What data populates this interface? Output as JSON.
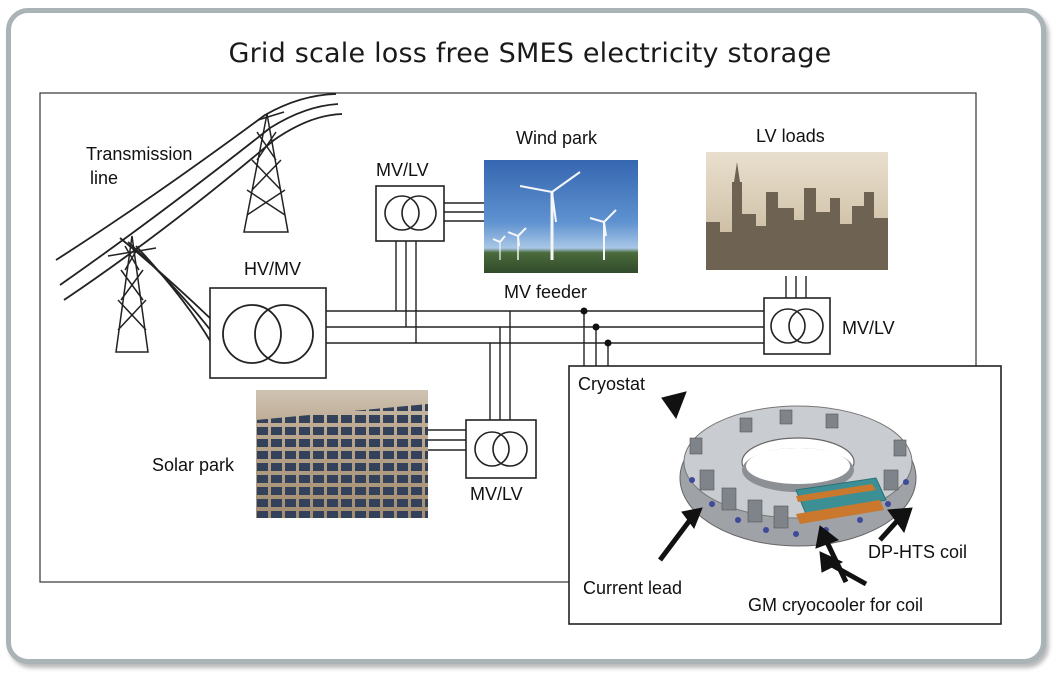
{
  "title": "Grid scale loss free SMES electricity storage",
  "labels": {
    "transmission_line_1": "Transmission",
    "transmission_line_2": "line",
    "hv_mv": "HV/MV",
    "mv_lv_top": "MV/LV",
    "wind_park": "Wind park",
    "lv_loads": "LV loads",
    "mv_feeder": "MV feeder",
    "mv_lv_right": "MV/LV",
    "solar_park": "Solar park",
    "mv_lv_bottom": "MV/LV",
    "cryostat": "Cryostat",
    "current_lead": "Current lead",
    "dp_hts_coil": "DP-HTS coil",
    "gm_cryocooler": "GM cryocooler for coil"
  },
  "colors": {
    "frame_border": "#aab3b6",
    "sky": "#3b6fb8",
    "city": "#b8a78e",
    "solar": "#3e4a5e",
    "torus": "#9fa3a8",
    "coil_teal": "#3d8f96",
    "coil_orange": "#c9782e"
  }
}
